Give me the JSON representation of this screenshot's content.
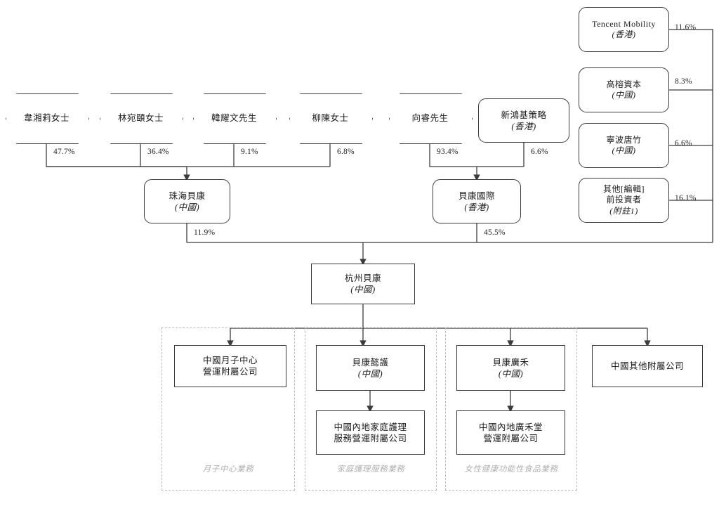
{
  "diagram": {
    "title": "Shareholding and corporate structure chart",
    "line_color": "#3c3c3c",
    "dash_color": "#b9b9b9",
    "muted_text_color": "#b0b0b0"
  },
  "shareholders": [
    {
      "id": "sh1",
      "label": "韋湘莉女士",
      "shape": "hexagon",
      "percent": "47.7%"
    },
    {
      "id": "sh2",
      "label": "林宛頤女士",
      "shape": "hexagon",
      "percent": "36.4%"
    },
    {
      "id": "sh3",
      "label": "韓耀文先生",
      "shape": "hexagon",
      "percent": "9.1%"
    },
    {
      "id": "sh4",
      "label": "柳陳女士",
      "shape": "hexagon",
      "percent": "6.8%"
    },
    {
      "id": "sh5",
      "label": "向睿先生",
      "shape": "hexagon",
      "percent": "93.4%"
    },
    {
      "id": "sh6",
      "label": "新鴻基策略",
      "sublabel": "(香港)",
      "shape": "rounded-rect",
      "percent": "6.6%"
    }
  ],
  "investors": [
    {
      "id": "inv1",
      "label": "Tencent Mobility",
      "sublabel": "(香港)",
      "percent": "11.6%"
    },
    {
      "id": "inv2",
      "label": "高榕資本",
      "sublabel": "(中國)",
      "percent": "8.3%"
    },
    {
      "id": "inv3",
      "label": "寧波唐竹",
      "sublabel": "(中國)",
      "percent": "6.6%"
    },
    {
      "id": "inv4",
      "label": "其他[編輯]",
      "sublabel2": "前投資者",
      "sublabel": "(附註1)",
      "percent": "16.1%"
    }
  ],
  "holding": [
    {
      "id": "hold1",
      "label": "珠海貝康",
      "sublabel": "(中國)",
      "percent": "11.9%"
    },
    {
      "id": "hold2",
      "label": "貝康國際",
      "sublabel": "(香港)",
      "percent": "45.5%"
    }
  ],
  "company": {
    "id": "main",
    "label": "杭州貝康",
    "sublabel": "(中國)"
  },
  "subsidiaries": [
    {
      "id": "sub1",
      "label": "中國月子中心",
      "sublabel": "營運附屬公司",
      "italic_sub": false
    },
    {
      "id": "sub2",
      "label": "貝康懿護",
      "sublabel": "(中國)",
      "italic_sub": true
    },
    {
      "id": "sub3",
      "label": "貝康廣禾",
      "sublabel": "(中國)",
      "italic_sub": true
    },
    {
      "id": "sub4",
      "label": "中國其他附屬公司",
      "sublabel": "",
      "italic_sub": false
    }
  ],
  "sub_children": [
    {
      "id": "subc2",
      "label": "中國內地家庭護理",
      "sublabel": "服務營運附屬公司"
    },
    {
      "id": "subc3",
      "label": "中國內地廣禾堂",
      "sublabel": "營運附屬公司"
    }
  ],
  "segments": [
    {
      "id": "seg1",
      "label": "月子中心業務"
    },
    {
      "id": "seg2",
      "label": "家庭護理服務業務"
    },
    {
      "id": "seg3",
      "label": "女性健康功能性食品業務"
    }
  ]
}
